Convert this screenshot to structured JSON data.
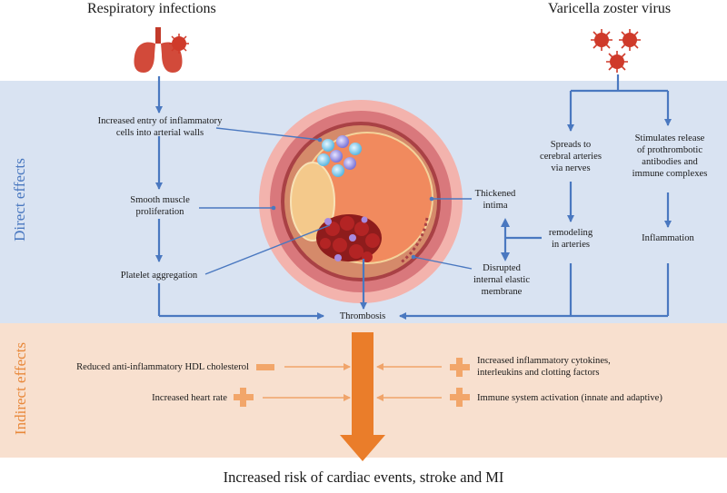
{
  "headings": {
    "left": "Respiratory infections",
    "right": "Varicella zoster virus"
  },
  "sections": {
    "direct": "Direct effects",
    "indirect": "Indirect effects"
  },
  "direct_labels": {
    "increased_entry": [
      "Increased entry of inflammatory",
      "cells into arterial walls"
    ],
    "smooth_muscle": [
      "Smooth muscle",
      "proliferation"
    ],
    "platelet": "Platelet aggregation",
    "thickened_intima": [
      "Thickened",
      "intima"
    ],
    "disrupted": [
      "Disrupted",
      "internal elastic",
      "membrane"
    ],
    "spreads": [
      "Spreads to",
      "cerebral arteries",
      "via nerves"
    ],
    "remodeling": [
      "remodeling",
      "in arteries"
    ],
    "stimulates": [
      "Stimulates release",
      "of prothrombotic",
      "antibodies and",
      "immune complexes"
    ],
    "inflammation": "Inflammation",
    "thrombosis": "Thrombosis"
  },
  "indirect_labels": {
    "hdl": "Reduced anti-inflammatory HDL cholesterol",
    "heart_rate": "Increased heart rate",
    "cytokines": [
      "Increased inflammatory cytokines,",
      "interleukins and clotting factors"
    ],
    "immune": "Immune system activation (innate and adaptive)"
  },
  "footer": "Increased risk of cardiac events, stroke and MI",
  "colors": {
    "direct_band": "#d9e3f2",
    "indirect_band": "#f8e0cf",
    "arrow_blue": "#4a78c0",
    "arrow_orange": "#ea7d2a",
    "plus_minus": "#f2a66a",
    "virus": "#cf3a2a"
  }
}
